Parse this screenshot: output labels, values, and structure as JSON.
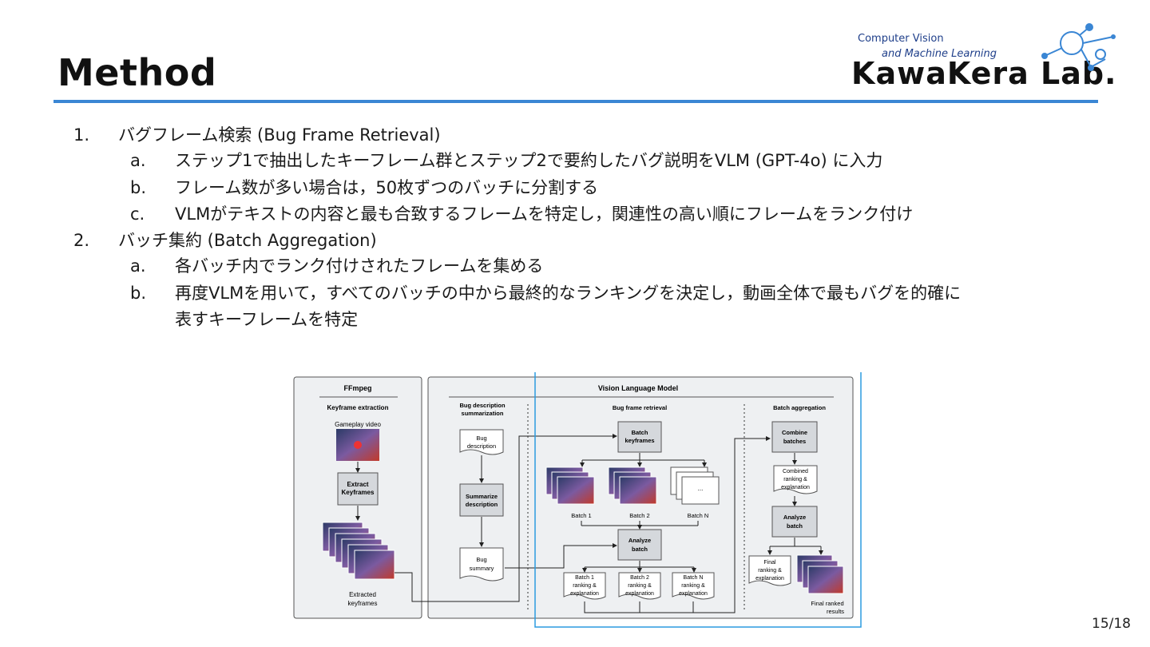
{
  "slide": {
    "title": "Method",
    "page_number": "15/18"
  },
  "logo": {
    "line1": "Computer Vision",
    "line2": "and Machine Learning",
    "name": "KawaKera Lab.",
    "icon": "network-nodes-icon",
    "accent_color": "#3a86d4"
  },
  "content": {
    "items": [
      {
        "num": "1.",
        "text": "バグフレーム検索 (Bug Frame Retrieval)",
        "sub": [
          {
            "num": "a.",
            "text": "ステップ1で抽出したキーフレーム群とステップ2で要約したバグ説明をVLM (GPT-4o) に入力"
          },
          {
            "num": "b.",
            "text": "フレーム数が多い場合は，50枚ずつのバッチに分割する"
          },
          {
            "num": "c.",
            "text": "VLMがテキストの内容と最も合致するフレームを特定し，関連性の高い順にフレームをランク付け"
          }
        ]
      },
      {
        "num": "2.",
        "text": "バッチ集約 (Batch Aggregation)",
        "sub": [
          {
            "num": "a.",
            "text": "各バッチ内でランク付けされたフレームを集める"
          },
          {
            "num": "b.",
            "text": "再度VLMを用いて，すべてのバッチの中から最終的なランキングを決定し，動画全体で最もバグを的確に",
            "text2": "表すキーフレームを特定"
          }
        ]
      }
    ]
  },
  "figure": {
    "highlight_color": "#2b9be0",
    "ffmpeg": {
      "title": "FFmpeg",
      "subtitle": "Keyframe extraction",
      "video_label": "Gameplay video",
      "extract_box": [
        "Extract",
        "Keyframes"
      ],
      "output_label": [
        "Extracted",
        "keyframes"
      ]
    },
    "vlm": {
      "title": "Vision Language Model",
      "summ_title": [
        "Bug description",
        "summarization"
      ],
      "bug_desc": [
        "Bug",
        "description"
      ],
      "summarize": [
        "Summarize",
        "description"
      ],
      "bug_summary": [
        "Bug",
        "summary"
      ],
      "retrieval_title": "Bug frame retrieval",
      "batch_keyframes": [
        "Batch",
        "keyframes"
      ],
      "batches": [
        "Batch 1",
        "Batch 2",
        "Batch N"
      ],
      "ellipsis": "...",
      "analyze": [
        "Analyze",
        "batch"
      ],
      "batch_outputs": [
        [
          "Batch 1",
          "ranking &",
          "explanation"
        ],
        [
          "Batch 2",
          "ranking &",
          "explanation"
        ],
        [
          "Batch N",
          "ranking &",
          "explanation"
        ]
      ],
      "aggregation_title": "Batch aggregation",
      "combine": [
        "Combine",
        "batches"
      ],
      "combined": [
        "Combined",
        "ranking &",
        "explanation"
      ],
      "analyze2": [
        "Analyze",
        "batch"
      ],
      "final_ranking": [
        "Final",
        "ranking &",
        "explanation"
      ],
      "final_results": [
        "Final ranked",
        "results"
      ]
    }
  }
}
